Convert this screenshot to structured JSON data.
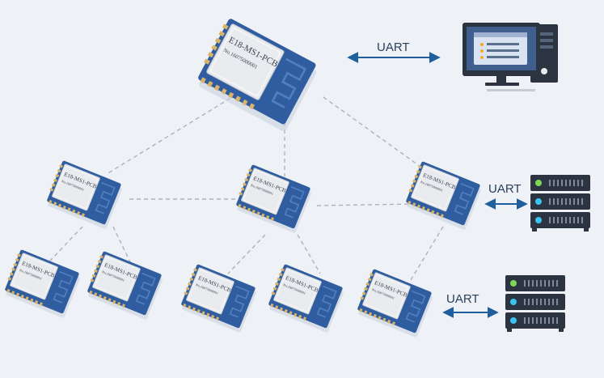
{
  "module": {
    "model": "E18-MS1-PCB",
    "serial": "No.16075000001"
  },
  "links": {
    "pc_uart": "UART",
    "server1_uart": "UART",
    "server2_uart": "UART"
  },
  "icons": {
    "module": "zigbee-module-icon",
    "computer": "desktop-computer-icon",
    "server": "server-rack-icon"
  },
  "colors": {
    "background": "#eef1f6",
    "pcb_blue": "#2f5d9f",
    "shield": "#e9ebef",
    "arrow": "#1f5f9e",
    "dashed_link": "#a9b3c2",
    "server_body": "#2b3440",
    "led_green": "#7ed957",
    "led_cyan": "#3bc4f0"
  }
}
